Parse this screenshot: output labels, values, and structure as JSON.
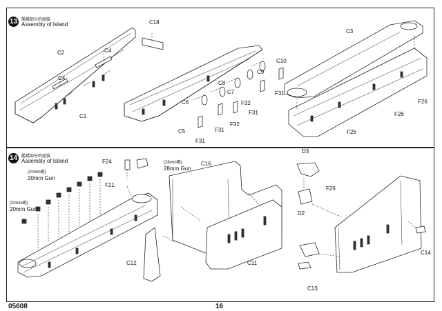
{
  "steps": [
    {
      "number": "13",
      "title_cn": "艦橋部分的組裝",
      "title_en": "Assembly of Island",
      "parts": {
        "c18": "C18",
        "c2": "C2",
        "c4a": "C4",
        "c4b": "C4",
        "c1": "C1",
        "c10": "C10",
        "c9": "C9",
        "c8": "C8",
        "c7": "C7",
        "c6": "C6",
        "f31a": "F31",
        "f32a": "F32",
        "f31b": "F31",
        "f32b": "F32",
        "f31c": "F31",
        "c5": "C5",
        "f31d": "F31",
        "c3": "C3",
        "f26a": "F26",
        "f26b": "F26",
        "f26c": "F26"
      }
    },
    {
      "number": "14",
      "title_cn": "艦橋部分的組裝",
      "title_en": "Assembly of Island",
      "parts": {
        "f24": "F24",
        "gun28_cn": "(28mm砲)",
        "gun28_en": "28mm Gun",
        "gun20a_cn": "(20mm砲)",
        "gun20a_en": "20mm Gun",
        "gun20b_cn": "(20mm砲)",
        "gun20b_en": "20mm Gun",
        "f21": "F21",
        "c16": "C16",
        "c12": "C12",
        "c11": "C11",
        "d3": "D3",
        "f26": "F26",
        "d2": "D2",
        "c14": "C14",
        "c13": "C13"
      }
    }
  ],
  "footer": {
    "code": "05608",
    "page": "16"
  }
}
